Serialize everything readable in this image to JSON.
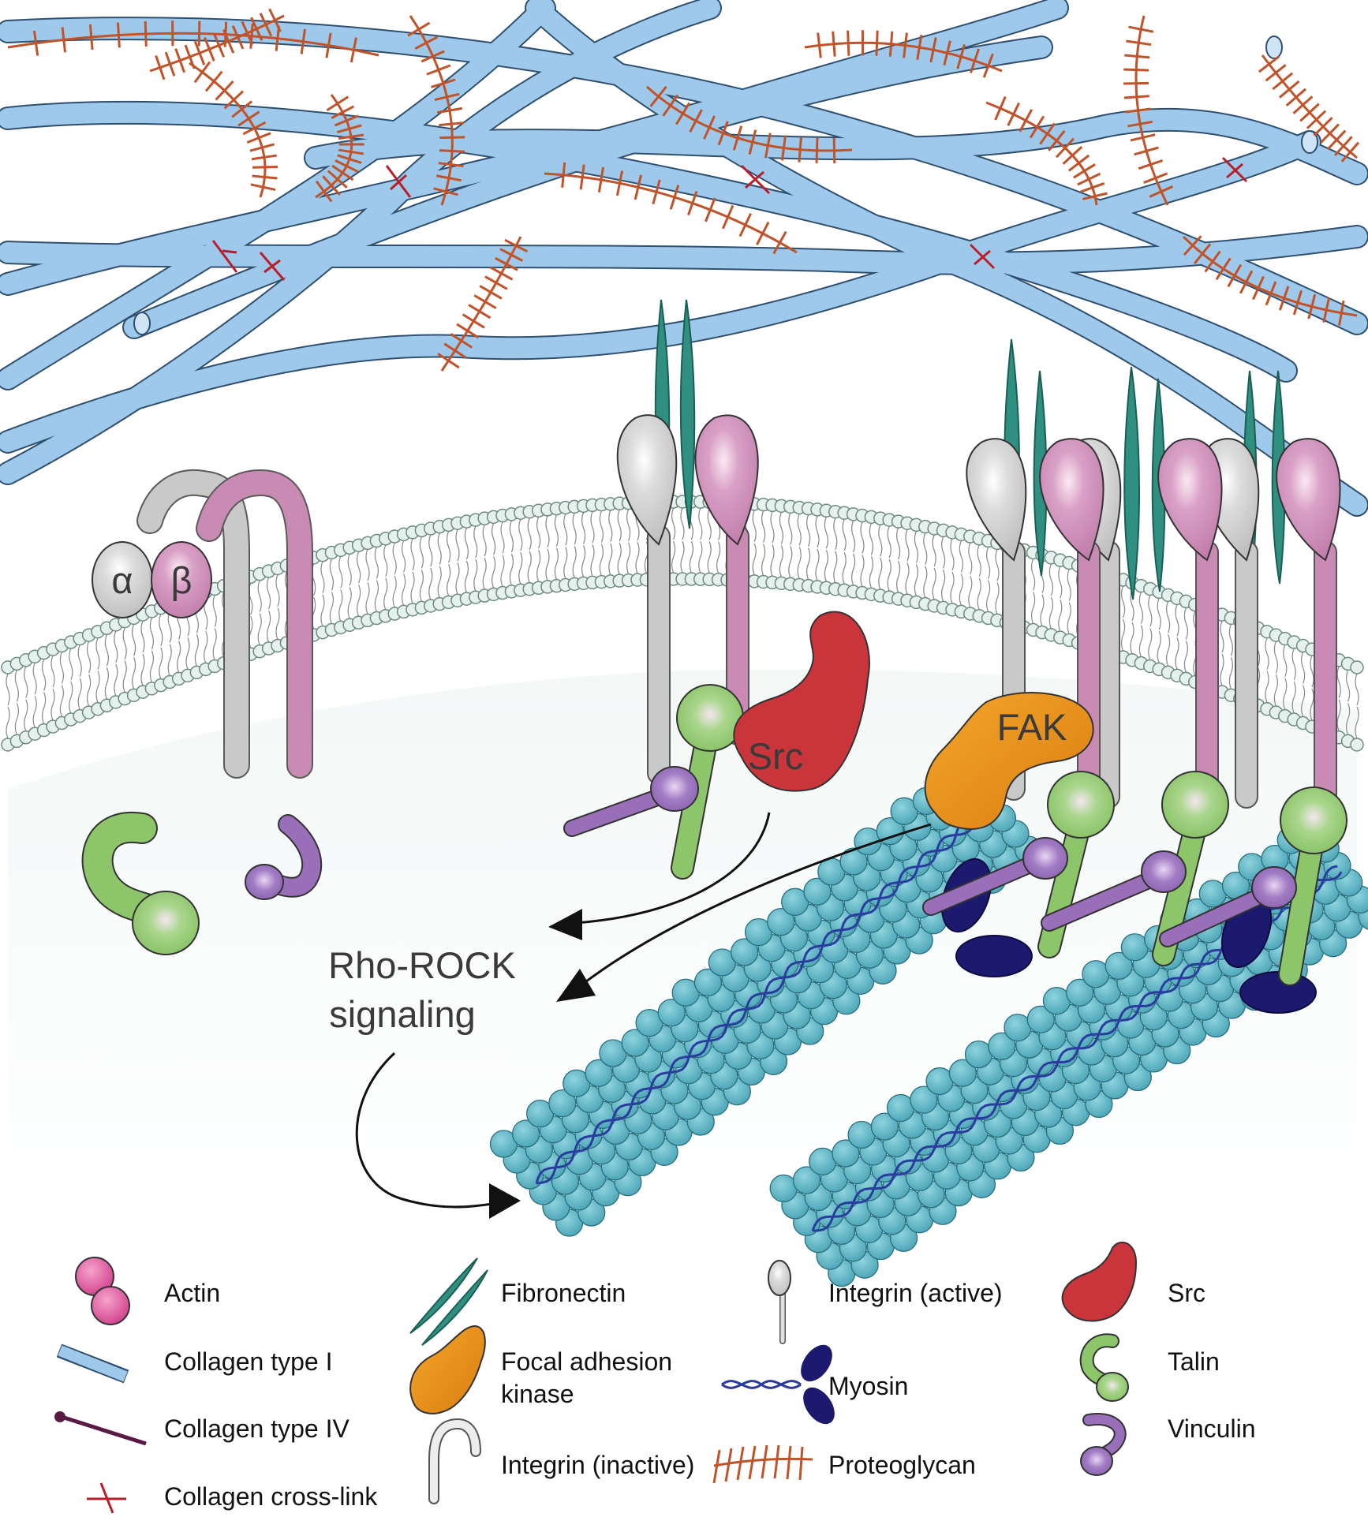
{
  "diagram": {
    "domain_labels": {
      "alpha": "α",
      "beta": "β"
    },
    "protein_labels": {
      "src": "Src",
      "fak": "FAK"
    },
    "pathway_label": [
      "Rho-ROCK",
      "signaling"
    ]
  },
  "legend": {
    "actin": "Actin",
    "collagen_type_1": "Collagen type I",
    "collagen_type_4": "Collagen type IV",
    "collagen_crosslink": "Collagen cross-link",
    "fibronectin": "Fibronectin",
    "focal_adhesion_kinase": [
      "Focal adhesion",
      "kinase"
    ],
    "integrin_inactive": "Integrin (inactive)",
    "integrin_active": "Integrin (active)",
    "myosin": "Myosin",
    "proteoglycan": "Proteoglycan",
    "src": "Src",
    "talin": "Talin",
    "vinculin": "Vinculin"
  },
  "colors": {
    "collagen": "#9fc9ea",
    "collagen_stroke": "#2f4f6f",
    "proteoglycan": "#c0532a",
    "crosslink": "#b81f2a",
    "fibronectin": "#2f8f80",
    "membrane_head": "#e6f1ee",
    "integrin_alpha": "#c9c9c9",
    "integrin_beta": "#c98ab3",
    "talin": "#8cc56a",
    "vinculin": "#9a6fba",
    "src": "#c9353a",
    "fak": "#e08a18",
    "actin": "#5ab4c4",
    "myosin": "#1c1a6e",
    "legend_actin": "#d9559a"
  }
}
